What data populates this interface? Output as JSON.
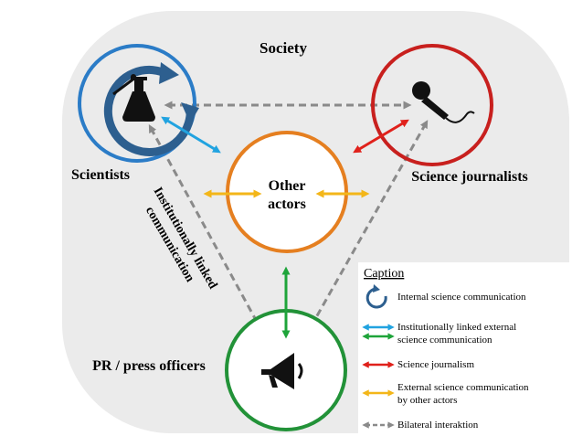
{
  "society_label": "Society",
  "nodes": {
    "scientists": {
      "label": "Scientists",
      "color": "#2b7cc7"
    },
    "journalists": {
      "label": "Science journalists",
      "color": "#c8201e"
    },
    "other": {
      "label_line1": "Other",
      "label_line2": "actors",
      "color": "#e57f20"
    },
    "pr": {
      "label": "PR / press officers",
      "color": "#229238"
    }
  },
  "inst_label_line1": "Institutionally linked",
  "inst_label_line2": "communication",
  "caption": {
    "title": "Caption",
    "items": [
      {
        "icon": "circular-arrow",
        "text_lines": [
          "Internal science communication"
        ]
      },
      {
        "icon": "blue-green-double-arrows",
        "text_lines": [
          "Institutionally linked external",
          "science communication"
        ]
      },
      {
        "icon": "red-double-arrow",
        "text_lines": [
          "Science journalism"
        ]
      },
      {
        "icon": "orange-double-arrow",
        "text_lines": [
          "External science communication",
          "by other actors"
        ]
      },
      {
        "icon": "gray-dashed-double-arrow",
        "text_lines": [
          "Bilateral interaktion"
        ]
      }
    ]
  },
  "colors": {
    "society_bg": "#ebebeb",
    "internal": "#2d5f8f",
    "inst_blue": "#21a3e0",
    "inst_green": "#1ea43a",
    "journalism": "#e0211b",
    "other_actors": "#f3b619",
    "bilateral": "#8a8a8a"
  }
}
